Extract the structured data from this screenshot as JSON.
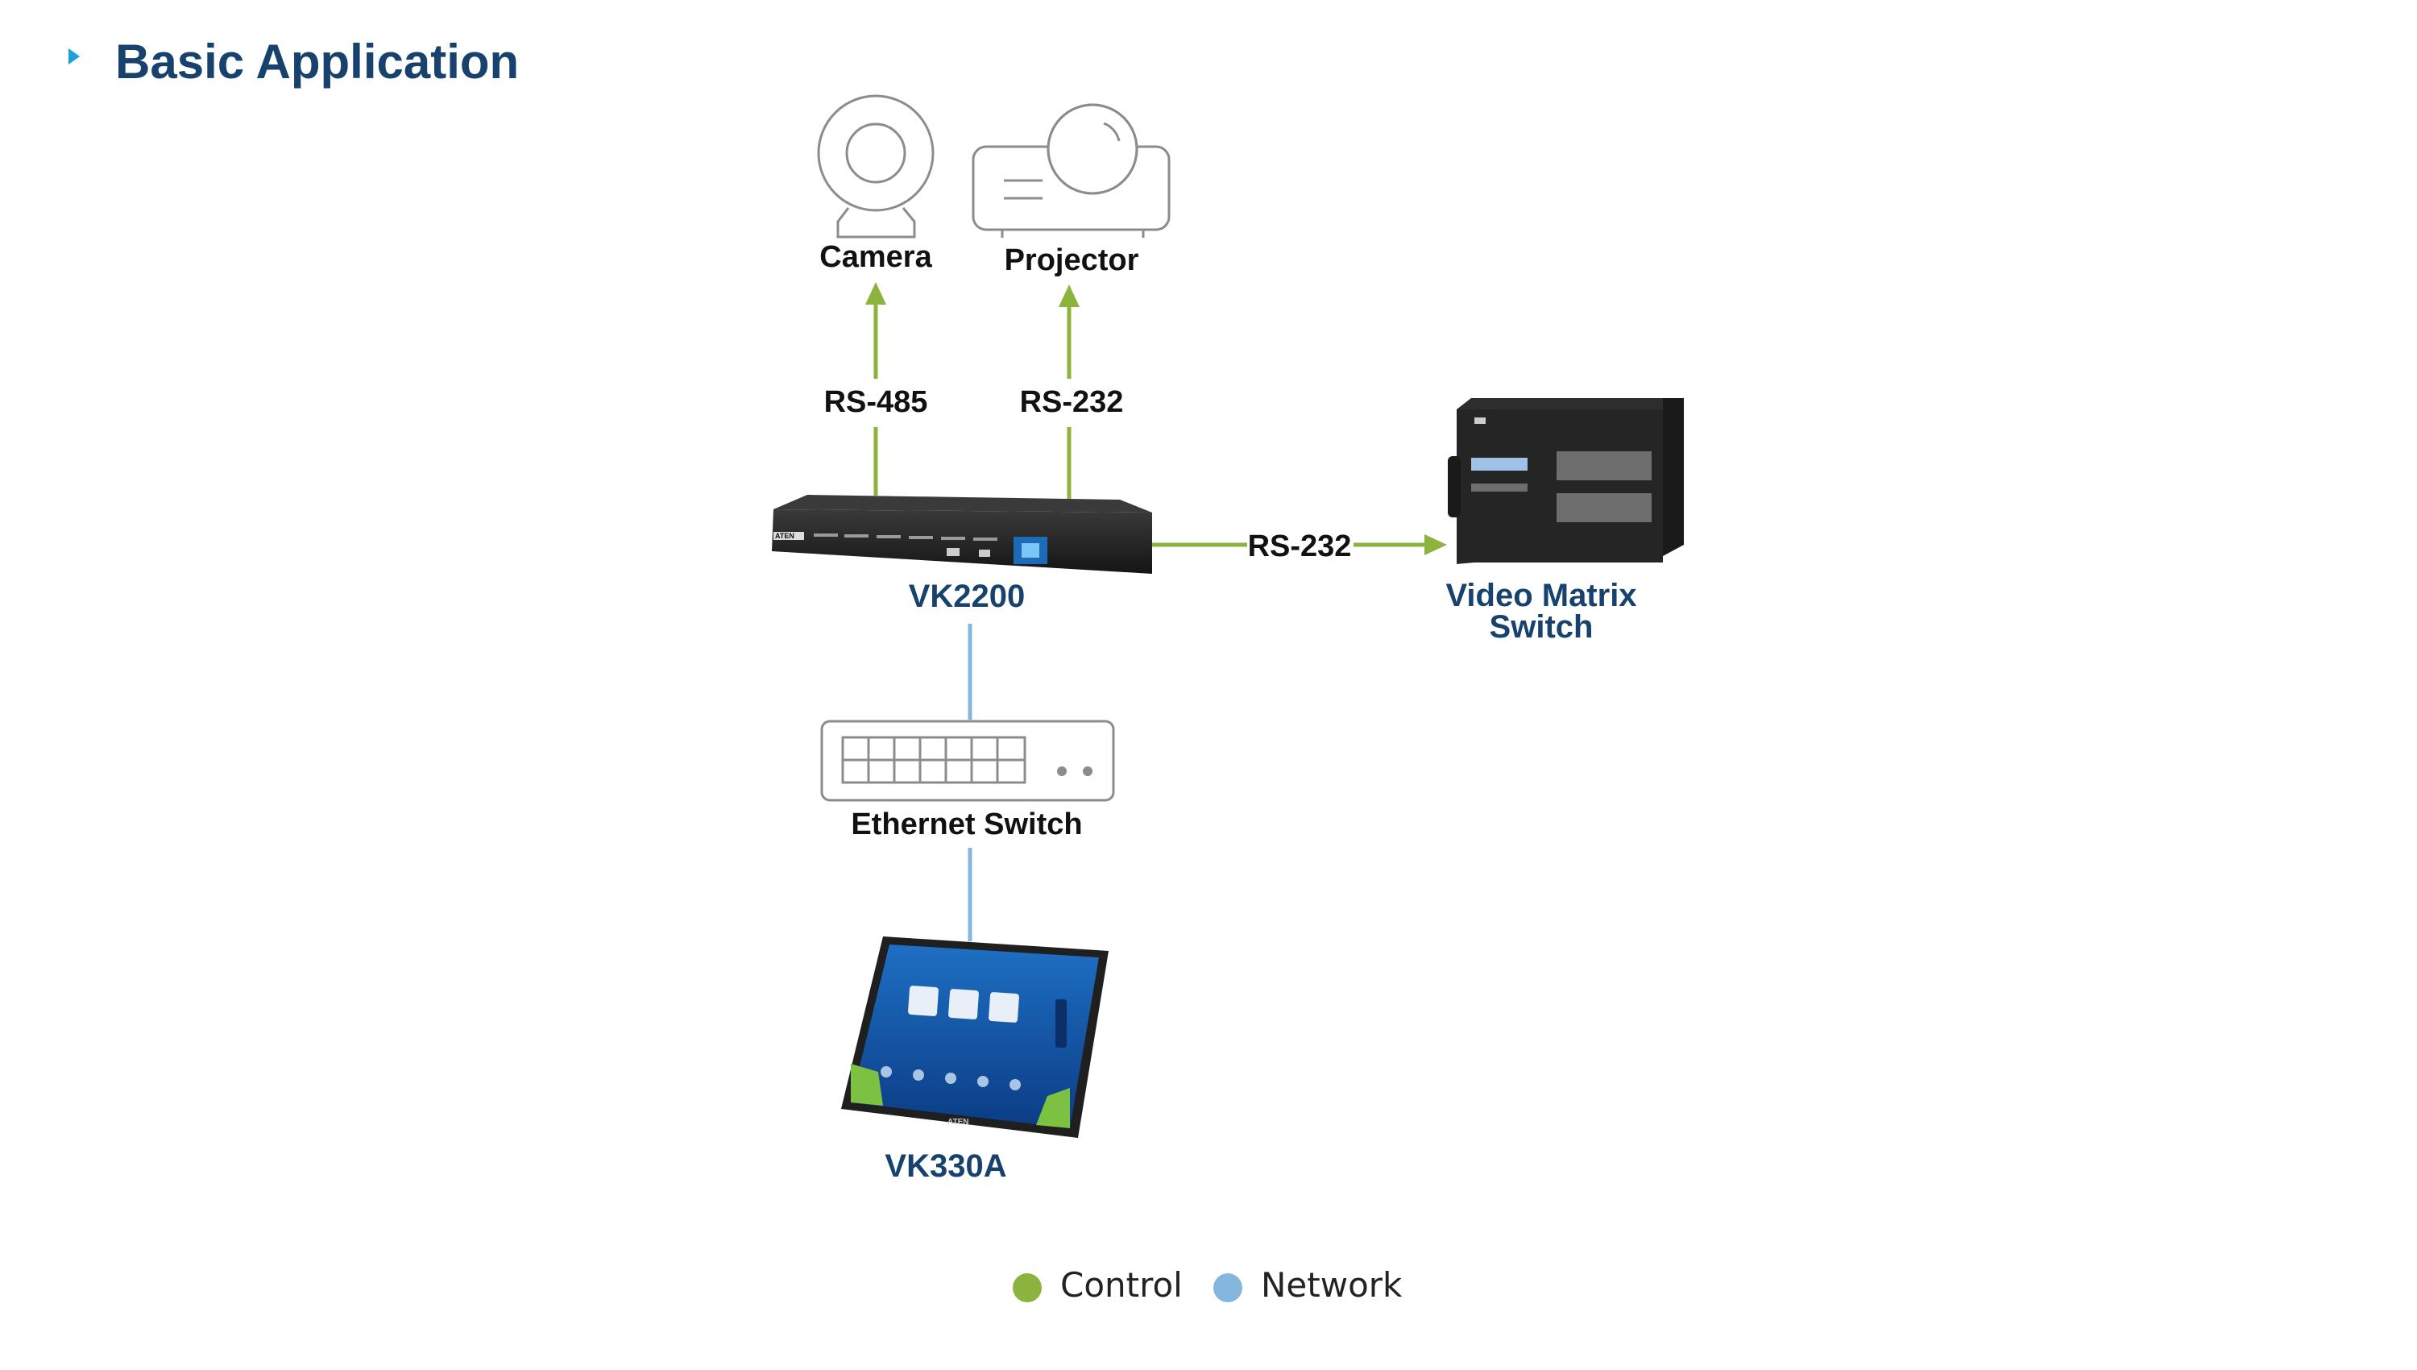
{
  "title": "Basic Application",
  "colors": {
    "control": "#8db33f",
    "network": "#85b7de",
    "title": "#17426e",
    "accent": "#1aa0dc"
  },
  "devices": {
    "camera": "Camera",
    "projector": "Projector",
    "controller": "VK2200",
    "matrix": "Video Matrix\nSwitch",
    "ethernet": "Ethernet Switch",
    "touchpanel": "VK330A"
  },
  "links": {
    "camera": "RS-485",
    "projector": "RS-232",
    "matrix": "RS-232"
  },
  "legend": {
    "control": "Control",
    "network": "Network"
  },
  "brand": "ATEN"
}
